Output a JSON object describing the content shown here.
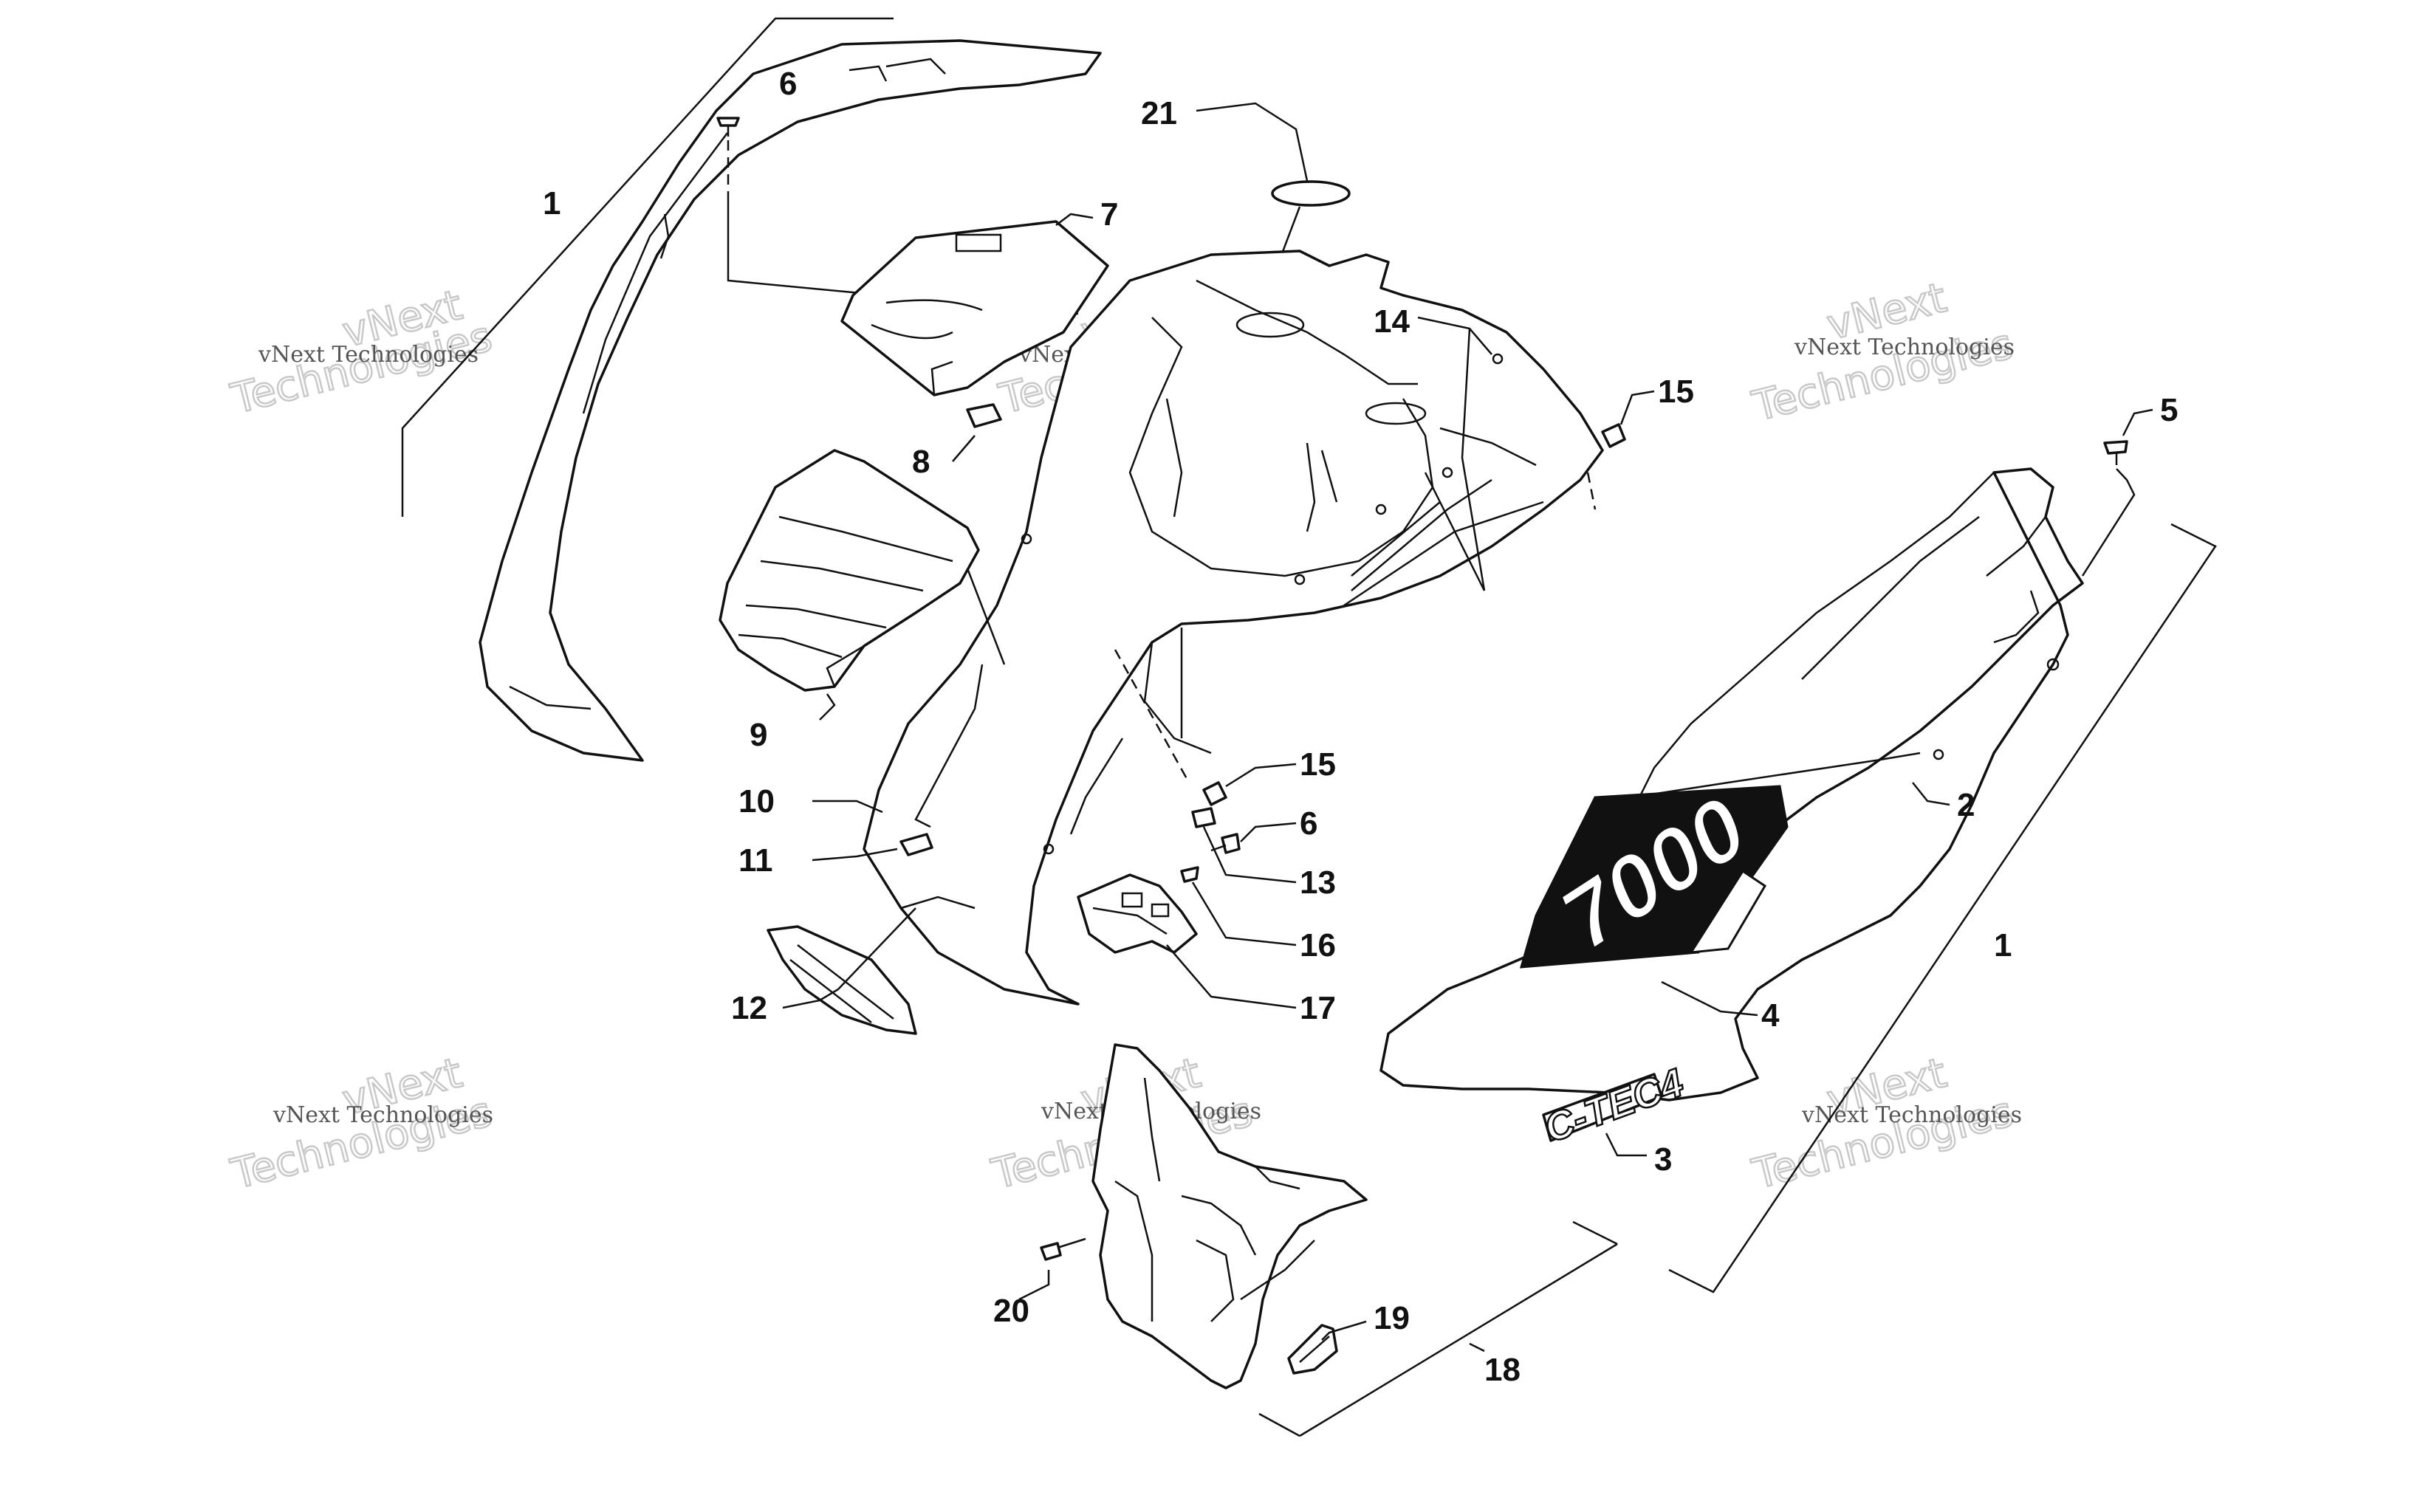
{
  "callouts": {
    "c1a": "1",
    "c1b": "1",
    "c2": "2",
    "c3": "3",
    "c4": "4",
    "c5": "5",
    "c6a": "6",
    "c6b": "6",
    "c7": "7",
    "c8": "8",
    "c9": "9",
    "c10": "10",
    "c11": "11",
    "c12": "12",
    "c13": "13",
    "c14": "14",
    "c15a": "15",
    "c15b": "15",
    "c16": "16",
    "c17": "17",
    "c18": "18",
    "c19": "19",
    "c20": "20",
    "c21": "21"
  },
  "watermark": {
    "line1": "vNext",
    "line2": "Technologies"
  },
  "decal": {
    "model_number": "7000",
    "logo": "C-TEC4"
  },
  "colors": {
    "ink": "#111111",
    "watermark": "#c9c9c9",
    "background": "#ffffff"
  }
}
